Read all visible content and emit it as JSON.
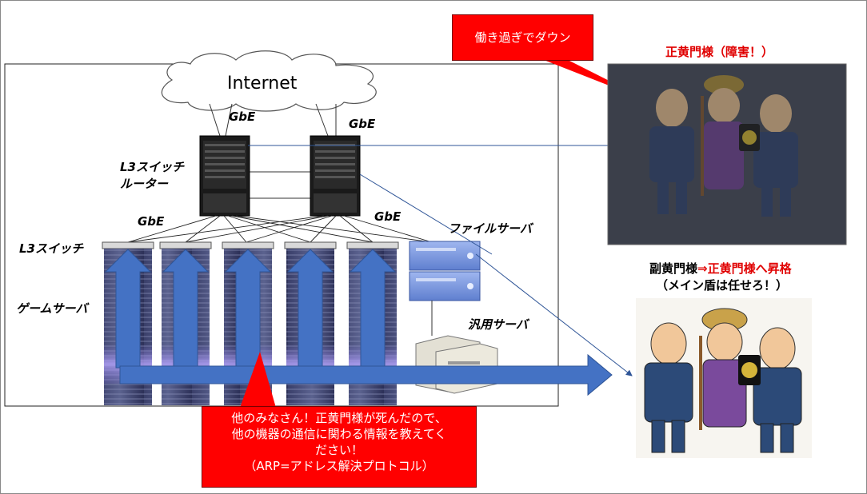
{
  "network": {
    "internet_label": "Internet",
    "uplink_left_label": "GbE",
    "uplink_right_label": "GbE",
    "router_label_line1": "L3スイッチ",
    "router_label_line2": "ルーター",
    "downlink_left_label": "GbE",
    "downlink_right_label": "GbE",
    "switch_label": "L3スイッチ",
    "game_server_label": "ゲームサーバ",
    "file_server_label": "ファイルサーバ",
    "general_server_label": "汎用サーバ"
  },
  "callouts": {
    "overwork": "働き過ぎでダウン",
    "arp_line1": "他のみなさん！正黄門様が死んだので、",
    "arp_line2": "他の機器の通信に関わる情報を教えてく",
    "arp_line3": "ださい！",
    "arp_line4": "（ARP=アドレス解決プロトコル）"
  },
  "characters": {
    "main_title": "正黄門様（障害！）",
    "sub_title_part1": "副黄門様",
    "sub_title_part2": "⇒正黄門様へ昇格",
    "sub_title_line2": "（メイン盾は任せろ！）"
  },
  "colors": {
    "accent_red": "#ff0000",
    "title_red": "#e00000",
    "arrow_blue": "#4472c4",
    "line_blue": "#2f5597",
    "dim_overlay": "#3b3f4a"
  }
}
